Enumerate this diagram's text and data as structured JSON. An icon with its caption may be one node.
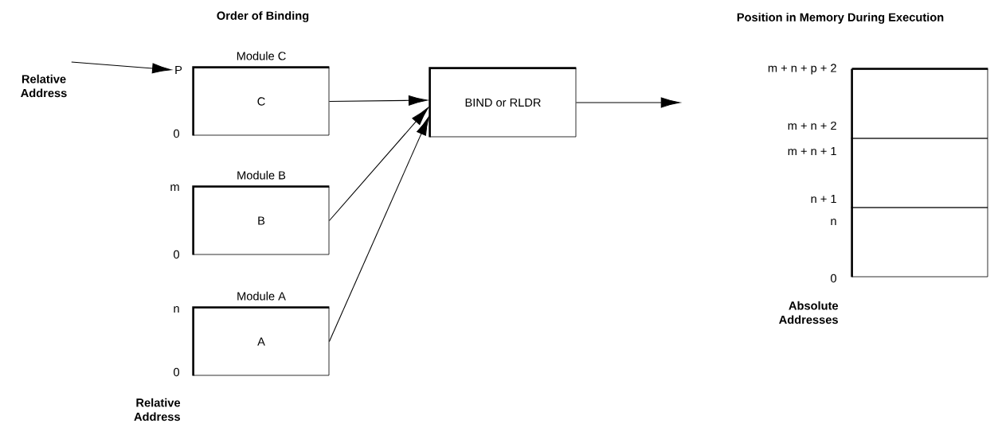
{
  "diagram": {
    "nodes": [
      {
        "text": [
          "Relative Address"
        ]
      },
      {
        "text": [
          "P"
        ]
      },
      {
        "text": [
          "Module C",
          "C"
        ]
      },
      {
        "text": [
          "Module B",
          "B"
        ]
      },
      {
        "text": [
          "Module A",
          "A"
        ]
      },
      {
        "text": [
          "BIND or RLDR"
        ]
      },
      {
        "text": [],
        "shape": "box"
      },
      {
        "text": [],
        "shape": "box"
      },
      {
        "text": [],
        "shape": "box"
      }
    ],
    "edges": [
      {
        "from": 0,
        "to": 1,
        "arrow": "to"
      },
      {
        "from": 2,
        "to": 5,
        "arrow": "to"
      },
      {
        "from": 3,
        "to": 5,
        "arrow": "to"
      },
      {
        "from": 4,
        "to": 5,
        "arrow": "to"
      },
      {
        "from": 5,
        "to": null,
        "arrow": "to"
      }
    ],
    "labels": [
      "Order of Binding",
      "Position in Memory During Execution",
      "m + n + p + 2",
      "m + n + 2",
      "m + n + 1",
      "0",
      "m",
      "n + 1",
      "n",
      "0",
      "n",
      "0",
      "0",
      "Absolute Addresses",
      "Relative Address"
    ]
  }
}
